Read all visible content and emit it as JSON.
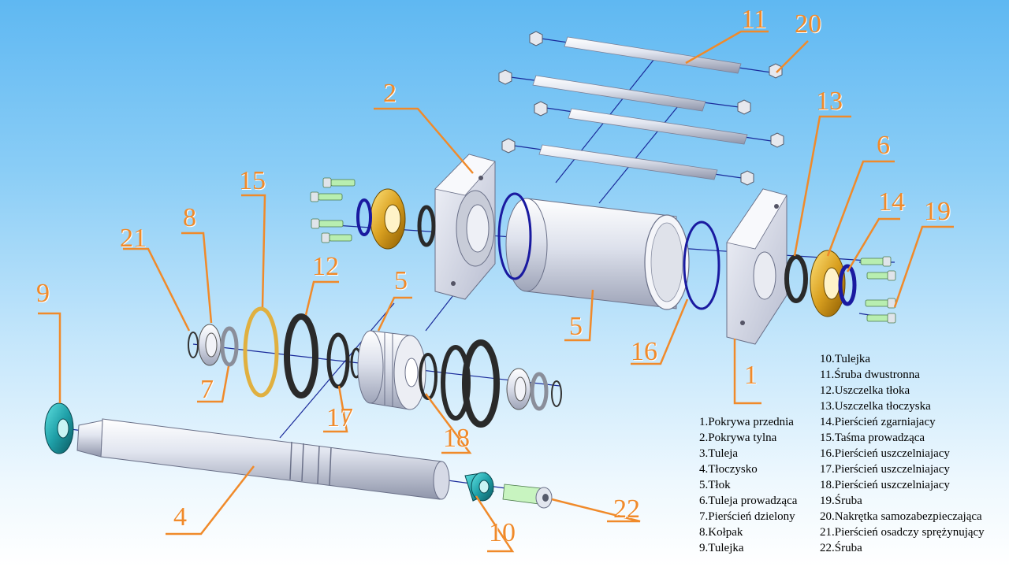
{
  "callouts": {
    "c1": "1",
    "c2": "2",
    "c4": "4",
    "c5a": "5",
    "c5b": "5",
    "c6": "6",
    "c7": "7",
    "c8": "8",
    "c9": "9",
    "c10": "10",
    "c11": "11",
    "c12": "12",
    "c13": "13",
    "c14": "14",
    "c15": "15",
    "c16": "16",
    "c17": "17",
    "c18": "18",
    "c19": "19",
    "c20": "20",
    "c21": "21",
    "c22": "22"
  },
  "legend_left": [
    "1.Pokrywa przednia",
    "2.Pokrywa tylna",
    "3.Tuleja",
    "4.Tłoczysko",
    "5.Tłok",
    "6.Tuleja prowadząca",
    "7.Pierścień dzielony",
    "8.Kołpak",
    "9.Tulejka"
  ],
  "legend_right": [
    "10.Tulejka",
    "11.Śruba dwustronna",
    "12.Uszczelka tłoka",
    "13.Uszczelka tłoczyska",
    "14.Pierścień zgarniajacy",
    "15.Taśma prowadząca",
    "16.Pierścień uszczelniajacy",
    "17.Pierścień uszczelniajacy",
    "18.Pierścień uszczelniajacy",
    "19.Śruba",
    "20.Nakrętka samozabezpieczająca",
    "21.Pierścień osadczy sprężynujący",
    "22.Śruba"
  ],
  "colors": {
    "callout": "#f08a2a",
    "leader": "#f08a2a",
    "axis": "#1a2a9a",
    "metal": "#d8dce8",
    "seal": "#2a2a2a",
    "oring": "#1a1aa0",
    "brass": "#d9a020",
    "teal": "#1fa0a8",
    "green": "#a8e8a0"
  }
}
